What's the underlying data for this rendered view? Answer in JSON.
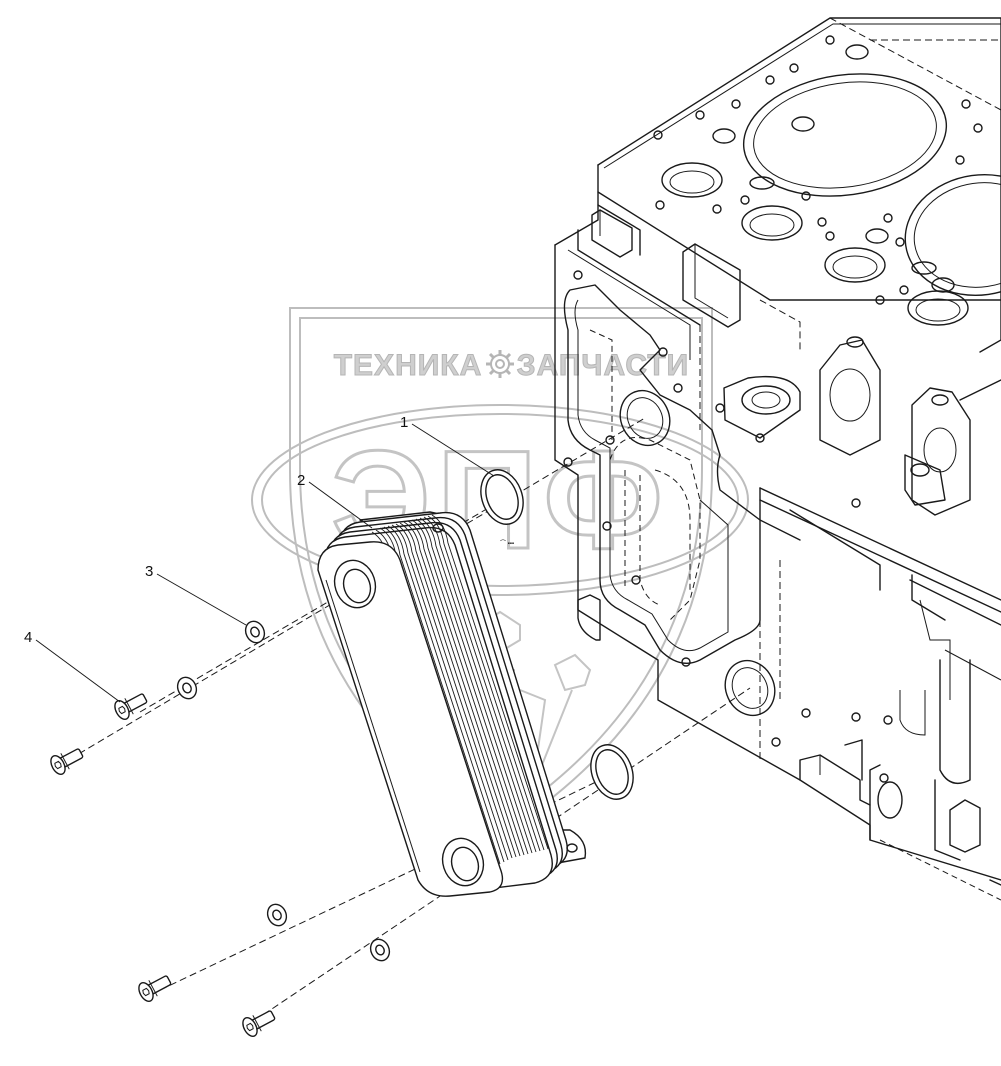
{
  "callouts": [
    {
      "number": "1"
    },
    {
      "number": "2"
    },
    {
      "number": "3"
    },
    {
      "number": "4"
    }
  ],
  "watermark": {
    "left_word": "ТЕХНИКА",
    "right_word": "ЗАПЧАСТИ",
    "big_letters": "ЭПФ",
    "gear": "gear-icon"
  },
  "colors": {
    "line": "#1a1a1a",
    "watermark": "#bdbdbd",
    "background": "#ffffff"
  }
}
